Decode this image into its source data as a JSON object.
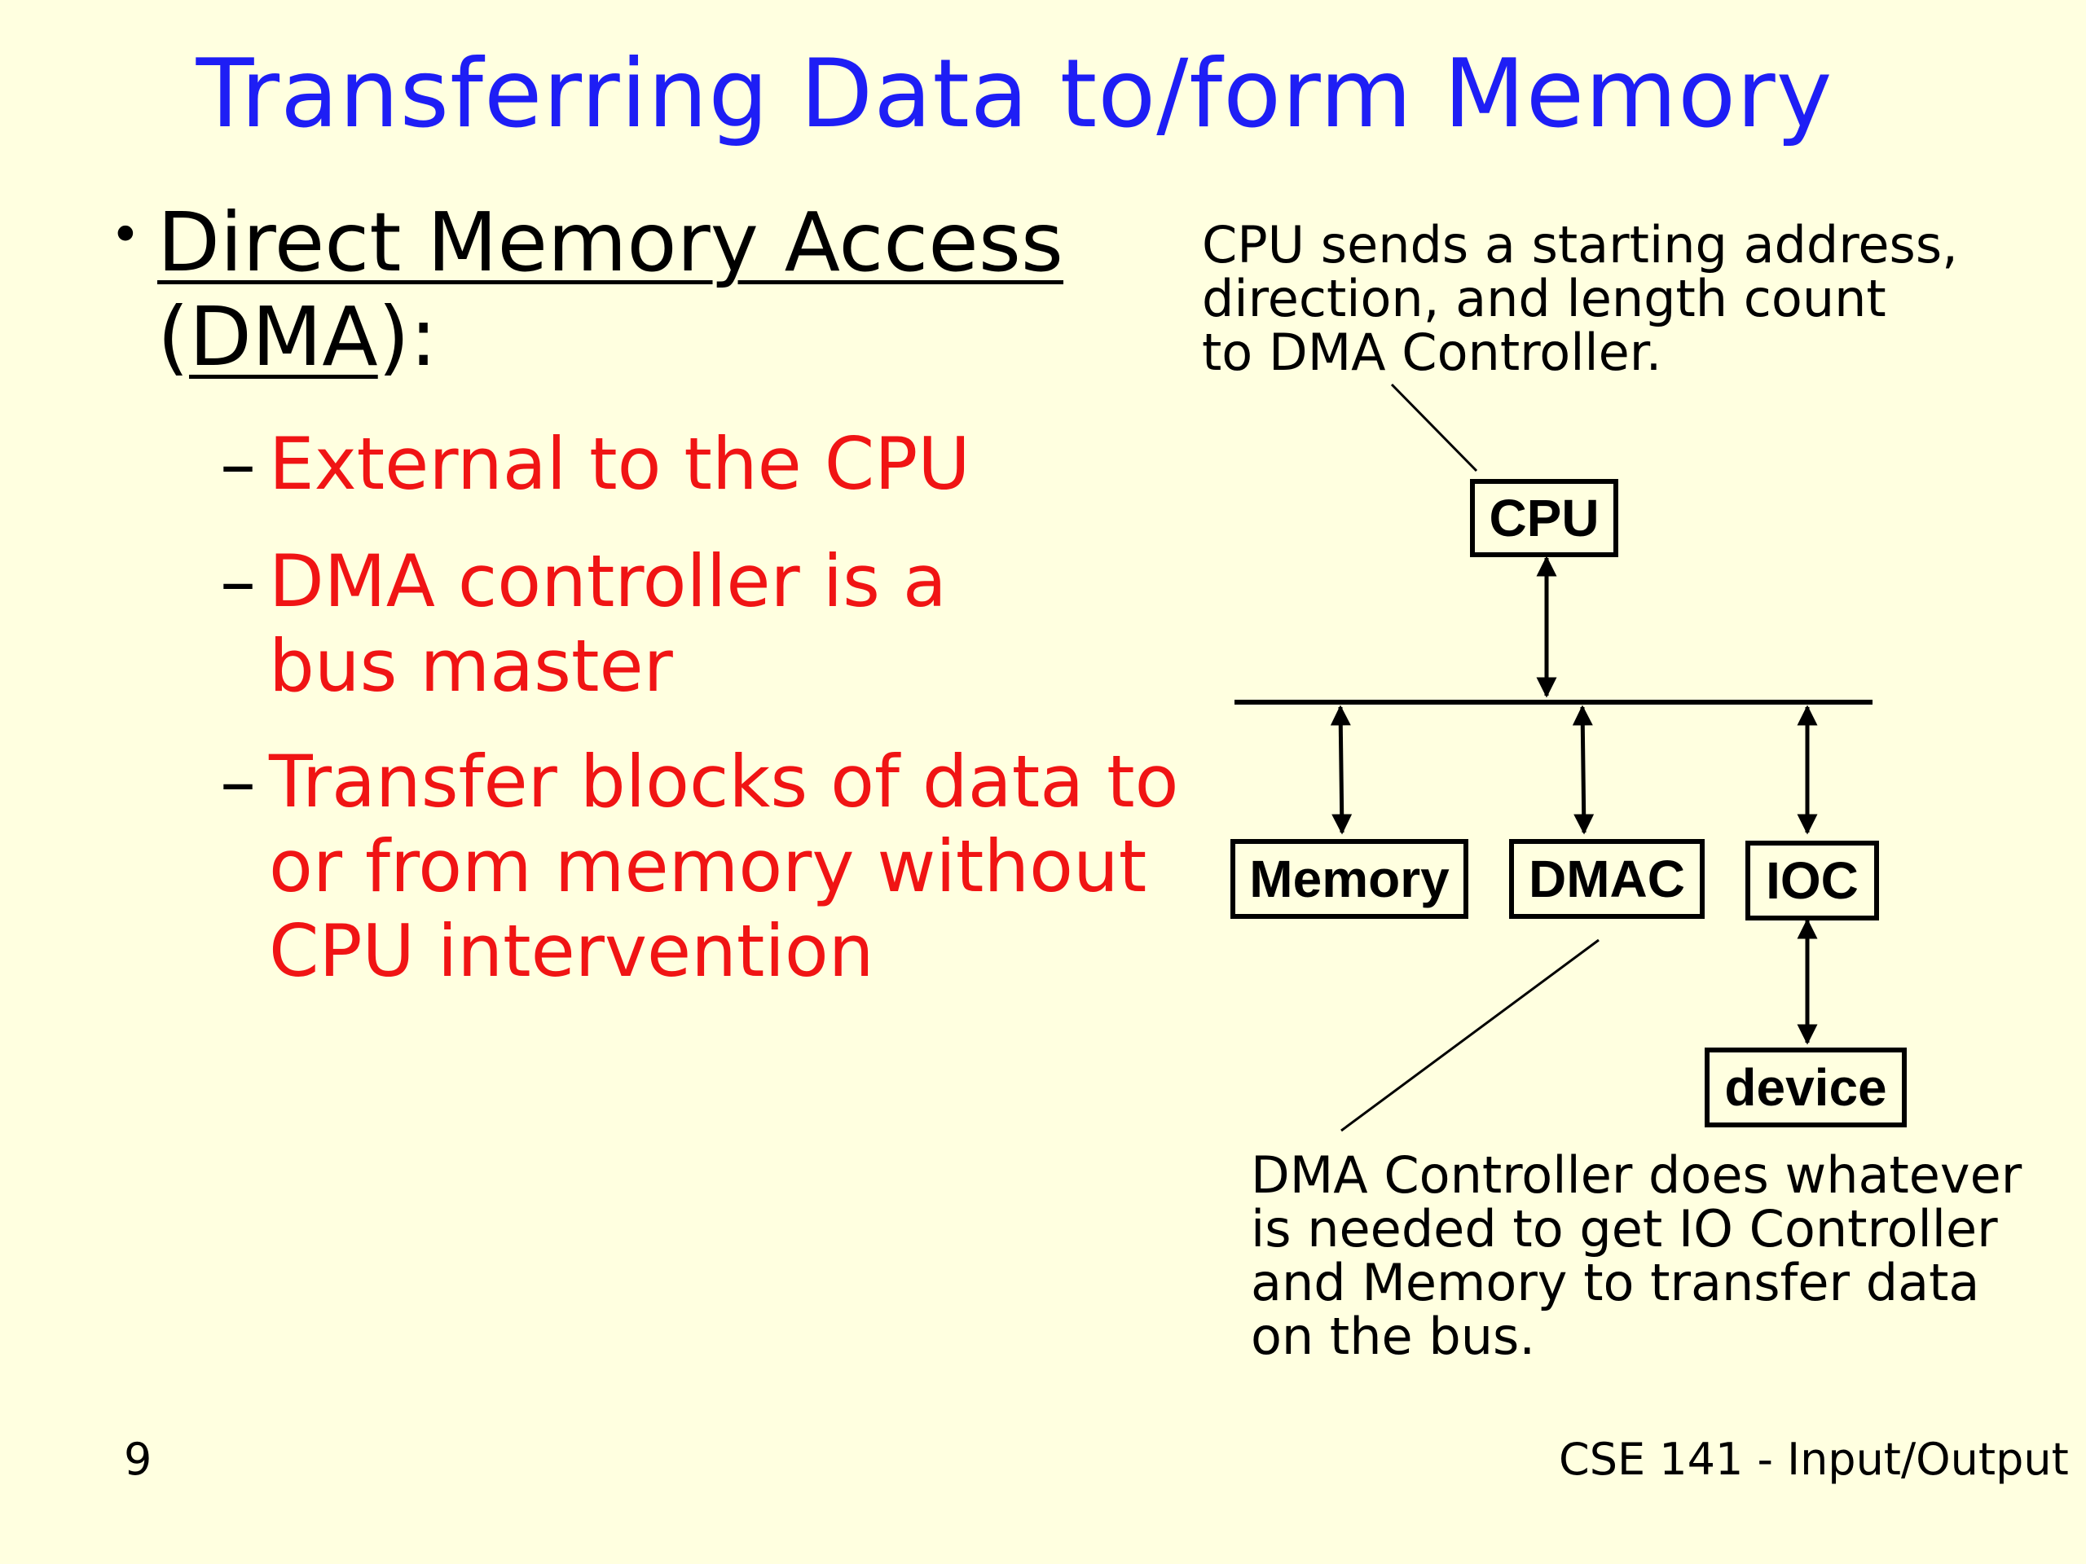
{
  "slide": {
    "title": "Transferring Data to/form Memory",
    "bullet": {
      "dot": "•",
      "heading": "Direct Memory Access",
      "paren_open": "(",
      "abbr": "DMA",
      "paren_close": "):"
    },
    "sub_bullets": [
      {
        "dash": "–",
        "text": "External to the CPU"
      },
      {
        "dash": "–",
        "text": "DMA controller is a bus master"
      },
      {
        "dash": "–",
        "text": "Transfer blocks of data to or from memory without CPU intervention"
      }
    ],
    "top_note": [
      "CPU sends a starting address,",
      "direction,  and length count",
      "to DMA Controller."
    ],
    "bottom_note": [
      "DMA Controller does whatever",
      "is needed to get IO Controller",
      "and Memory to transfer data",
      "on the bus."
    ],
    "boxes": {
      "cpu": "CPU",
      "memory": "Memory",
      "dmac": "DMAC",
      "ioc": "IOC",
      "device": "device"
    },
    "page_number": "9",
    "course": "CSE 141 - Input/Output"
  },
  "colors": {
    "background": "#FFFFE0",
    "title": "#1E1EF5",
    "sub_bullet_text": "#F01414",
    "text": "#000000"
  }
}
